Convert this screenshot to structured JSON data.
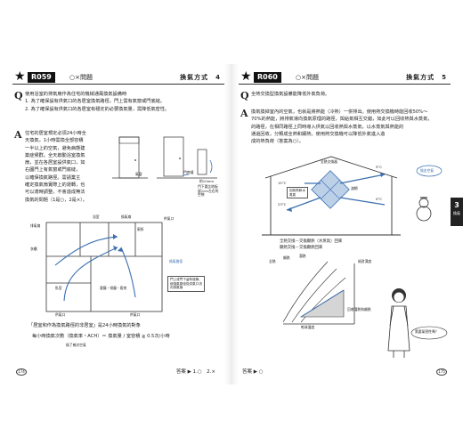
{
  "left": {
    "code": "R059",
    "ox": "○×問題",
    "topic": "換氣方式　4",
    "question_lines": [
      "使用浴室的排氣扇作為住宅的機械通風換氣設備時",
      "1. 為了確保設有供氣口的各居室換氣路徑，門上需有氣窗或門底縫。",
      "2. 為了確保設有供氣口的各居室有穩定的必要換氣量，需降低氣密性。"
    ],
    "answer_lines": [
      "住宅的居室規定必須24小時全",
      "天換氣，1小時需換全部容積",
      "一半以上的空氣，避免病態建",
      "築症候群。全天啟動浴室換氣",
      "扇，並在各居室設供氣口，如",
      "右圖門上有氣窗或門底縫，",
      "以確保換氣路徑。需請業主",
      "確定換氣扇實際上的運轉，也",
      "可以適時調整，不會造成無法",
      "換氣的問題（1是○，2是×）。"
    ],
    "door_labels": {
      "vent": "氣窗",
      "gap": "門底縫",
      "gap_mm": "約10mm",
      "under": "門下要比地板留1cm左右的空隙"
    },
    "plan_labels": {
      "bathroom": "浴室",
      "dressing": "換氣扇",
      "toilet": "廁所",
      "exhaust": "排氣扇",
      "closet": "衣櫃",
      "bedroom": "臥室",
      "living": "客廳・餐廳・廚房",
      "inlet_a": "供氣口",
      "inlet_b": "供氣口",
      "inlet_c": "供氣口",
      "path": "換氣路徑",
      "note": "門上或門下留有縫隙，使換氣路徑從供氣口流向排氣扇"
    },
    "formula_title": "「居室和作為換氣路徑的非居室」是24小時換氣的對象",
    "formula": "每小時換氣次數（換氣率・ACH）＝ 換氣量 / 室容積 ≧ 0.5次/小時",
    "formula_note": "換了幾次空氣",
    "page_num": "174",
    "answer_label": "答案",
    "answer_value": "1.○　2.×"
  },
  "right": {
    "code": "R060",
    "ox": "○×問題",
    "topic": "換氣方式　5",
    "question": "全熱交換型換氣設備能降低外氣負荷。",
    "answer_lines": [
      "換氣換掉室內的空氣，也就是將熱能（冷熱）一併排出。使用熱交換機時能回收50%～",
      "70%的熱能，將排氣導向換氣原理的路徑，與給氣相互交錯，如此可以回收熱與水蒸氣，",
      "的路徑，在相同路徑上同時導入供氣以回收熱與水蒸氣，以水蒸氣與熱能的",
      "通過回收，分類成全熱和顯熱。使用熱交換機可以降低外氣進入造",
      "成的熱負荷（答案為○）。"
    ],
    "diagram": {
      "unit": "全熱交換器",
      "t_in1": "15°C",
      "t_in2": "23°C",
      "t_out1": "5°C",
      "t_out2": "0°C",
      "filter": "濾網",
      "recover": "回收熱和水蒸氣",
      "exhaust": "排出空氣",
      "outdoor": "外氣",
      "snowman": "換出空氣"
    },
    "legend_lines": [
      "全熱交換－交換顯熱（水蒸氣）回來",
      "顯熱交換－交換顯熱回來"
    ],
    "graph": {
      "total": "全熱",
      "sensible": "顯熱",
      "latent": "潛熱",
      "abs_humidity": "絕對濕度",
      "dry_bulb": "乾球溫度",
      "recovered": "回收潛熱和顯熱",
      "recovered_vapor": "回收水蒸氣"
    },
    "bubble": "需要氣密性嗎？",
    "chapter": "3",
    "chapter_label": "換氣",
    "page_num": "175",
    "answer_label": "答案",
    "answer_value": "○"
  },
  "colors": {
    "ink": "#222222",
    "blue": "#3b6fb0",
    "header_bg": "#111111",
    "grey": "#9a9a9a"
  }
}
